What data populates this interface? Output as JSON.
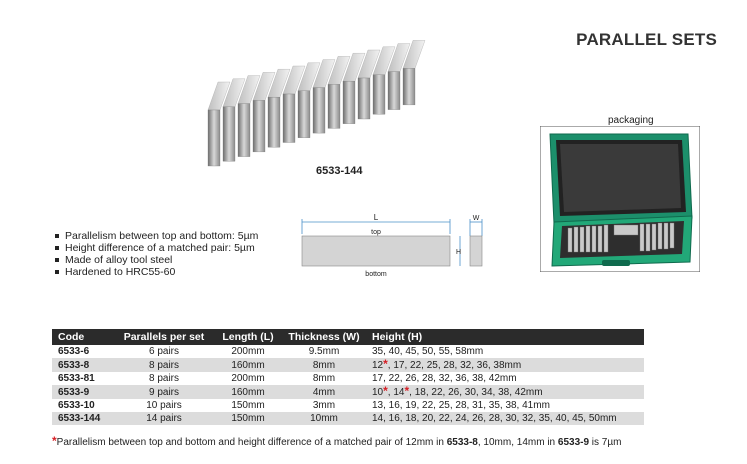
{
  "header": {
    "title": "PARALLEL SETS"
  },
  "product": {
    "caption": "6533-144"
  },
  "packaging": {
    "label": "packaging"
  },
  "features": [
    "Parallelism between top and bottom: 5µm",
    "Height difference of a matched pair: 5µm",
    "Made of alloy tool steel",
    "Hardened to HRC55-60"
  ],
  "diagram": {
    "length_label": "L",
    "width_label": "W",
    "height_label": "H",
    "top_label": "top",
    "bottom_label": "bottom"
  },
  "table": {
    "headers": [
      "Code",
      "Parallels per set",
      "Length (L)",
      "Thickness (W)",
      "Height (H)"
    ],
    "rows": [
      {
        "code": "6533-6",
        "pairs": "6 pairs",
        "length": "200mm",
        "thickness": "9.5mm",
        "height_pre": "",
        "height_mid": "",
        "height": "35, 40, 45, 50, 55, 58mm"
      },
      {
        "code": "6533-8",
        "pairs": "8 pairs",
        "length": "160mm",
        "thickness": "8mm",
        "height_pre": "12",
        "height_mid": "",
        "height": ", 17, 22, 25, 28, 32, 36, 38mm"
      },
      {
        "code": "6533-81",
        "pairs": "8 pairs",
        "length": "200mm",
        "thickness": "8mm",
        "height_pre": "",
        "height_mid": "",
        "height": "17, 22, 26, 28, 32, 36, 38, 42mm"
      },
      {
        "code": "6533-9",
        "pairs": "9 pairs",
        "length": "160mm",
        "thickness": "4mm",
        "height_pre": "10",
        "height_mid": ", 14",
        "height": ", 18, 22, 26, 30, 34, 38, 42mm"
      },
      {
        "code": "6533-10",
        "pairs": "10 pairs",
        "length": "150mm",
        "thickness": "3mm",
        "height_pre": "",
        "height_mid": "",
        "height": "13, 16, 19, 22, 25, 28, 31, 35, 38, 41mm"
      },
      {
        "code": "6533-144",
        "pairs": "14 pairs",
        "length": "150mm",
        "thickness": "10mm",
        "height_pre": "",
        "height_mid": "",
        "height": "14, 16, 18, 20, 22, 24, 26, 28, 30, 32, 35, 40, 45, 50mm"
      }
    ]
  },
  "footnote": {
    "star": "*",
    "text1": "Parallelism between top and bottom and height difference of a matched pair of 12mm in ",
    "code1": "6533-8",
    "text2": ", 10mm, 14mm in ",
    "code2": "6533-9",
    "text3": " is 7µm"
  },
  "colors": {
    "header_bg": "#2b2b2b",
    "row_alt": "#dcdcdc",
    "star": "#d61f26",
    "case": "#1fa37a"
  }
}
